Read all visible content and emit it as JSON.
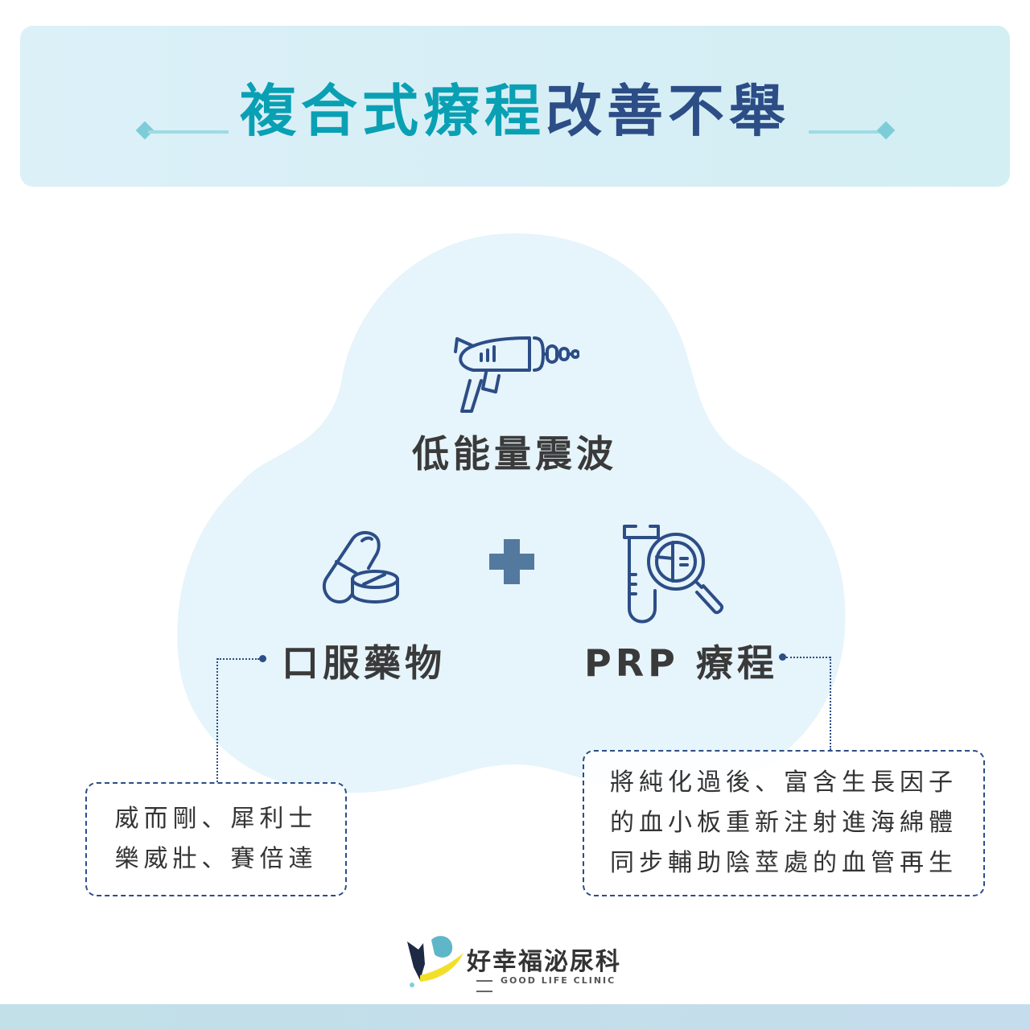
{
  "header": {
    "title_part_teal": "複合式療程",
    "title_part_navy": "改善不舉"
  },
  "colors": {
    "teal": "#0aa0b4",
    "navy": "#2c4d86",
    "blob": "#e6f4fb",
    "text": "#3a3a3a"
  },
  "treatments": {
    "top": {
      "label": "低能量震波",
      "icon": "shockwave-gun-icon"
    },
    "left": {
      "label": "口服藥物",
      "icon": "pills-icon"
    },
    "right": {
      "label": "PRP 療程",
      "icon": "test-tube-magnifier-icon"
    },
    "connector": "plus-icon"
  },
  "boxes": {
    "medication": {
      "lines": [
        "威而剛、犀利士",
        "樂威壯、賽倍達"
      ]
    },
    "prp": {
      "lines": [
        "將純化過後、富含生長因子",
        "的血小板重新注射進海綿體",
        "同步輔助陰莖處的血管再生"
      ]
    }
  },
  "logo": {
    "name": "好幸福泌尿科",
    "subtitle": "GOOD LIFE CLINIC"
  }
}
